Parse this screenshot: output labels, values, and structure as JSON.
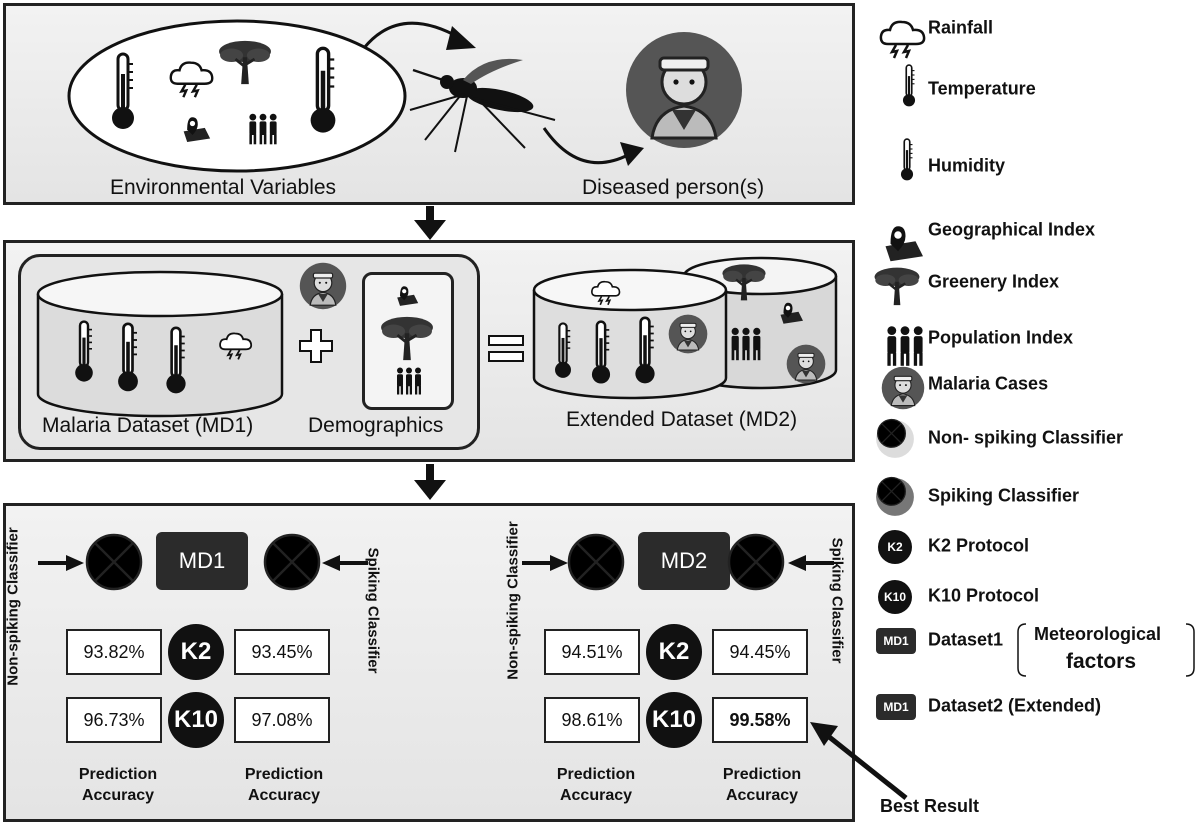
{
  "top": {
    "env_label": "Environmental Variables",
    "diseased_label": "Diseased person(s)"
  },
  "middle": {
    "md1_label": "Malaria Dataset (MD1)",
    "demographics_label": "Demographics",
    "md2_label": "Extended Dataset (MD2)"
  },
  "bottom": {
    "left": {
      "dataset": "MD1",
      "nonspiking_label": "Non-spiking Classifier",
      "spiking_label": "Spiking Classifier",
      "k2": {
        "label": "K2",
        "nonspiking": "93.82%",
        "spiking": "93.45%"
      },
      "k10": {
        "label": "K10",
        "nonspiking": "96.73%",
        "spiking": "97.08%"
      },
      "pa_left": "Prediction Accuracy",
      "pa_right": "Prediction Accuracy"
    },
    "right": {
      "dataset": "MD2",
      "nonspiking_label": "Non-spiking Classifier",
      "spiking_label": "Spiking Classifier",
      "k2": {
        "label": "K2",
        "nonspiking": "94.51%",
        "spiking": "94.45%"
      },
      "k10": {
        "label": "K10",
        "nonspiking": "98.61%",
        "spiking": "99.58%"
      },
      "pa_left": "Prediction Accuracy",
      "pa_right": "Prediction Accuracy"
    },
    "best_result": "Best Result"
  },
  "legend": {
    "rainfall": "Rainfall",
    "temperature": "Temperature",
    "humidity": "Humidity",
    "geo": "Geographical Index",
    "greenery": "Greenery Index",
    "population": "Population Index",
    "malaria": "Malaria Cases",
    "nonspiking": "Non- spiking Classifier",
    "spiking": "Spiking Classifier",
    "k2": "K2 Protocol",
    "k2_badge": "K2",
    "k10": "K10 Protocol",
    "k10_badge": "K10",
    "dataset1": "Dataset1",
    "dataset1_badge": "MD1",
    "meteorological_line1": "Meteorological",
    "meteorological_line2": "factors",
    "dataset2": "Dataset2 (Extended)",
    "dataset2_badge": "MD1"
  },
  "colors": {
    "panel": "#e8e8e8",
    "border": "#222222",
    "nonspiking": "#dcdcdc",
    "spiking": "#777777"
  }
}
